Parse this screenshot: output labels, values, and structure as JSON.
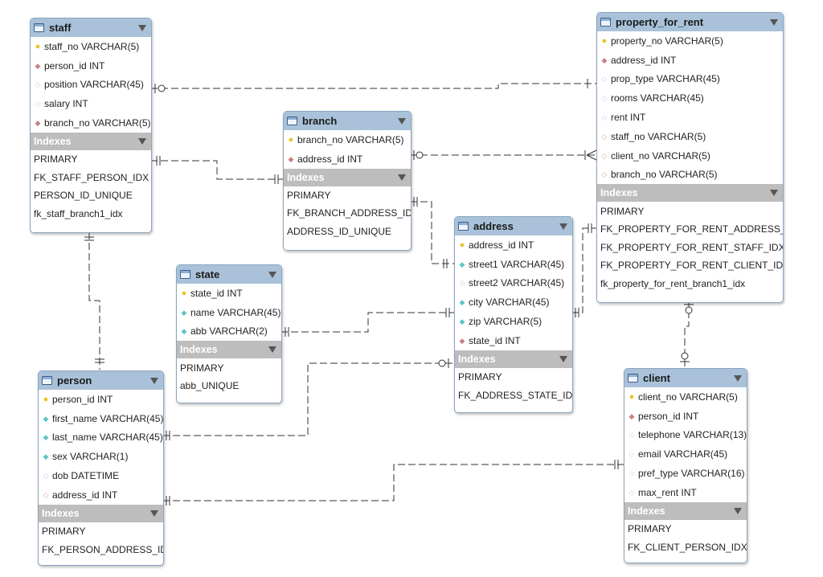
{
  "tables": {
    "staff": {
      "name": "staff",
      "columns": [
        {
          "text": "staff_no VARCHAR(5)",
          "kind": "key"
        },
        {
          "text": "person_id INT",
          "kind": "fk"
        },
        {
          "text": "position VARCHAR(45)",
          "kind": "nullable"
        },
        {
          "text": "salary INT",
          "kind": "nullable"
        },
        {
          "text": "branch_no VARCHAR(5)",
          "kind": "fk"
        }
      ],
      "indexes_label": "Indexes",
      "indexes": [
        "PRIMARY",
        "FK_STAFF_PERSON_IDX",
        "PERSON_ID_UNIQUE",
        "fk_staff_branch1_idx"
      ]
    },
    "branch": {
      "name": "branch",
      "columns": [
        {
          "text": "branch_no VARCHAR(5)",
          "kind": "key"
        },
        {
          "text": "address_id INT",
          "kind": "fk"
        }
      ],
      "indexes_label": "Indexes",
      "indexes": [
        "PRIMARY",
        "FK_BRANCH_ADDRESS_IDX",
        "ADDRESS_ID_UNIQUE"
      ]
    },
    "property_for_rent": {
      "name": "property_for_rent",
      "columns": [
        {
          "text": "property_no VARCHAR(5)",
          "kind": "key"
        },
        {
          "text": "address_id INT",
          "kind": "fk"
        },
        {
          "text": "prop_type VARCHAR(45)",
          "kind": "nullable"
        },
        {
          "text": "rooms VARCHAR(45)",
          "kind": "nullable"
        },
        {
          "text": "rent INT",
          "kind": "nullable"
        },
        {
          "text": "staff_no VARCHAR(5)",
          "kind": "fknull"
        },
        {
          "text": "client_no VARCHAR(5)",
          "kind": "fknull"
        },
        {
          "text": "branch_no VARCHAR(5)",
          "kind": "fknull"
        }
      ],
      "indexes_label": "Indexes",
      "indexes": [
        "PRIMARY",
        "FK_PROPERTY_FOR_RENT_ADDRESS_IDX",
        "FK_PROPERTY_FOR_RENT_STAFF_IDX",
        "FK_PROPERTY_FOR_RENT_CLIENT_IDX",
        "fk_property_for_rent_branch1_idx"
      ]
    },
    "state": {
      "name": "state",
      "columns": [
        {
          "text": "state_id INT",
          "kind": "key"
        },
        {
          "text": "name VARCHAR(45)",
          "kind": "col"
        },
        {
          "text": "abb VARCHAR(2)",
          "kind": "col"
        }
      ],
      "indexes_label": "Indexes",
      "indexes": [
        "PRIMARY",
        "abb_UNIQUE"
      ]
    },
    "address": {
      "name": "address",
      "columns": [
        {
          "text": "address_id INT",
          "kind": "key"
        },
        {
          "text": "street1 VARCHAR(45)",
          "kind": "col"
        },
        {
          "text": "street2 VARCHAR(45)",
          "kind": "nullable"
        },
        {
          "text": "city VARCHAR(45)",
          "kind": "col"
        },
        {
          "text": "zip VARCHAR(5)",
          "kind": "col"
        },
        {
          "text": "state_id INT",
          "kind": "fk"
        }
      ],
      "indexes_label": "Indexes",
      "indexes": [
        "PRIMARY",
        "FK_ADDRESS_STATE_IDX"
      ]
    },
    "person": {
      "name": "person",
      "columns": [
        {
          "text": "person_id INT",
          "kind": "key"
        },
        {
          "text": "first_name VARCHAR(45)",
          "kind": "col"
        },
        {
          "text": "last_name VARCHAR(45)",
          "kind": "col"
        },
        {
          "text": "sex VARCHAR(1)",
          "kind": "col"
        },
        {
          "text": "dob DATETIME",
          "kind": "nullable"
        },
        {
          "text": "address_id INT",
          "kind": "fknull"
        }
      ],
      "indexes_label": "Indexes",
      "indexes": [
        "PRIMARY",
        "FK_PERSON_ADDRESS_IDX"
      ]
    },
    "client": {
      "name": "client",
      "columns": [
        {
          "text": "client_no VARCHAR(5)",
          "kind": "key"
        },
        {
          "text": "person_id INT",
          "kind": "fk"
        },
        {
          "text": "telephone VARCHAR(13)",
          "kind": "nullable"
        },
        {
          "text": "email VARCHAR(45)",
          "kind": "nullable"
        },
        {
          "text": "pref_type VARCHAR(16)",
          "kind": "nullable"
        },
        {
          "text": "max_rent INT",
          "kind": "nullable"
        }
      ],
      "indexes_label": "Indexes",
      "indexes": [
        "PRIMARY",
        "FK_CLIENT_PERSON_IDX"
      ]
    }
  },
  "icons": {
    "table": "table-icon",
    "collapse": "collapse-arrow-icon",
    "key": "primary-key-icon",
    "fk": "foreign-key-diamond-icon",
    "col": "column-diamond-icon",
    "nullable": "nullable-diamond-icon"
  },
  "colors": {
    "header": "#a9c2da",
    "indexes_header": "#bdbdbd",
    "key": "#e8c52a",
    "fk": "#c97f7f",
    "col": "#5fc3c7",
    "line": "#333333"
  }
}
